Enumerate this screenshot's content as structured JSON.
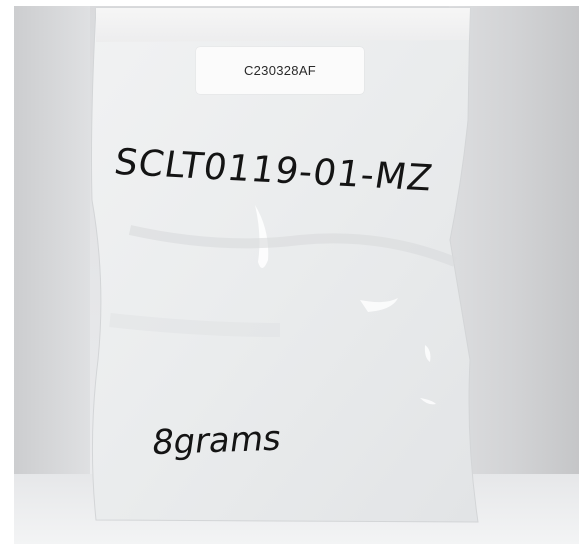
{
  "photo": {
    "sticker_label": "C230328AF",
    "handwritten_code": "SCLT0119-01-MZ",
    "handwritten_mass": "8grams"
  },
  "colors": {
    "bag": "#eceeef",
    "background": "#dcdddf",
    "ink": "#141414"
  }
}
